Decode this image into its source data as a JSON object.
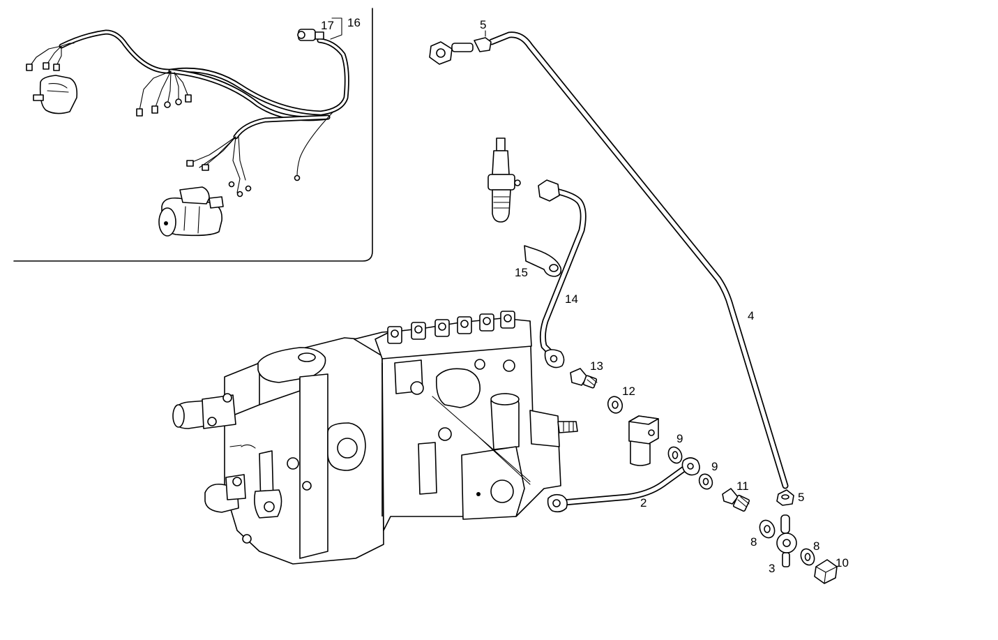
{
  "labels": {
    "l2": "2",
    "l3": "3",
    "l4": "4",
    "l5a": "5",
    "l5b": "5",
    "l8a": "8",
    "l8b": "8",
    "l9a": "9",
    "l9b": "9",
    "l10": "10",
    "l11": "11",
    "l12": "12",
    "l13": "13",
    "l14": "14",
    "l15": "15",
    "l16": "16",
    "l17": "17"
  }
}
